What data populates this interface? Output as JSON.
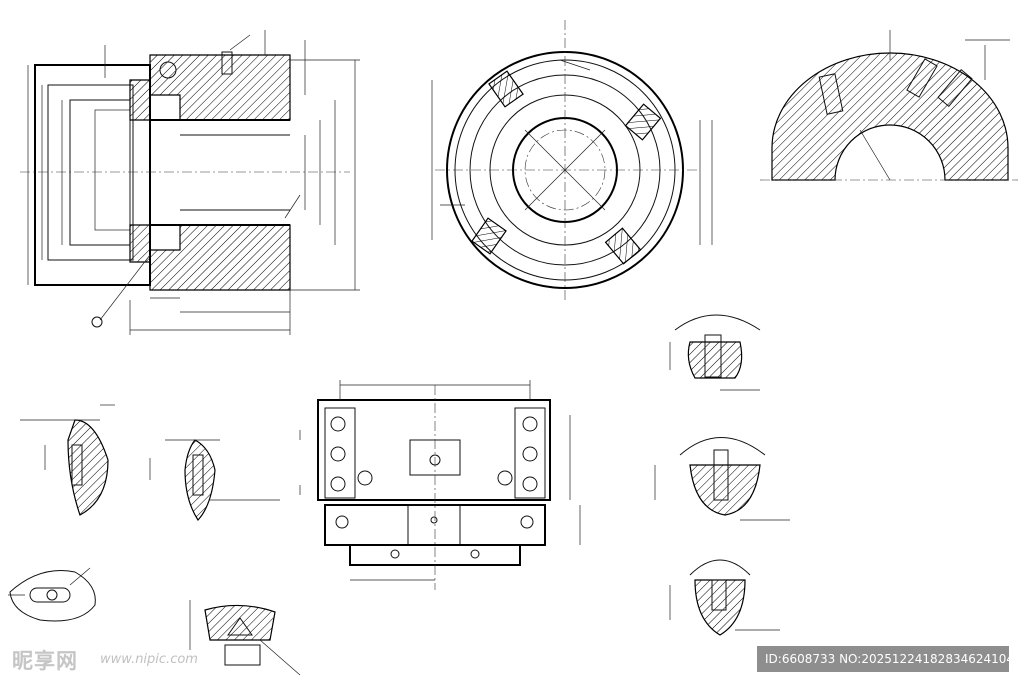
{
  "watermark": {
    "logo_text": "昵享网",
    "url_text": "www.nipic.com"
  },
  "badge": {
    "text": "ID:6608733 NO:20251224182834624104"
  }
}
